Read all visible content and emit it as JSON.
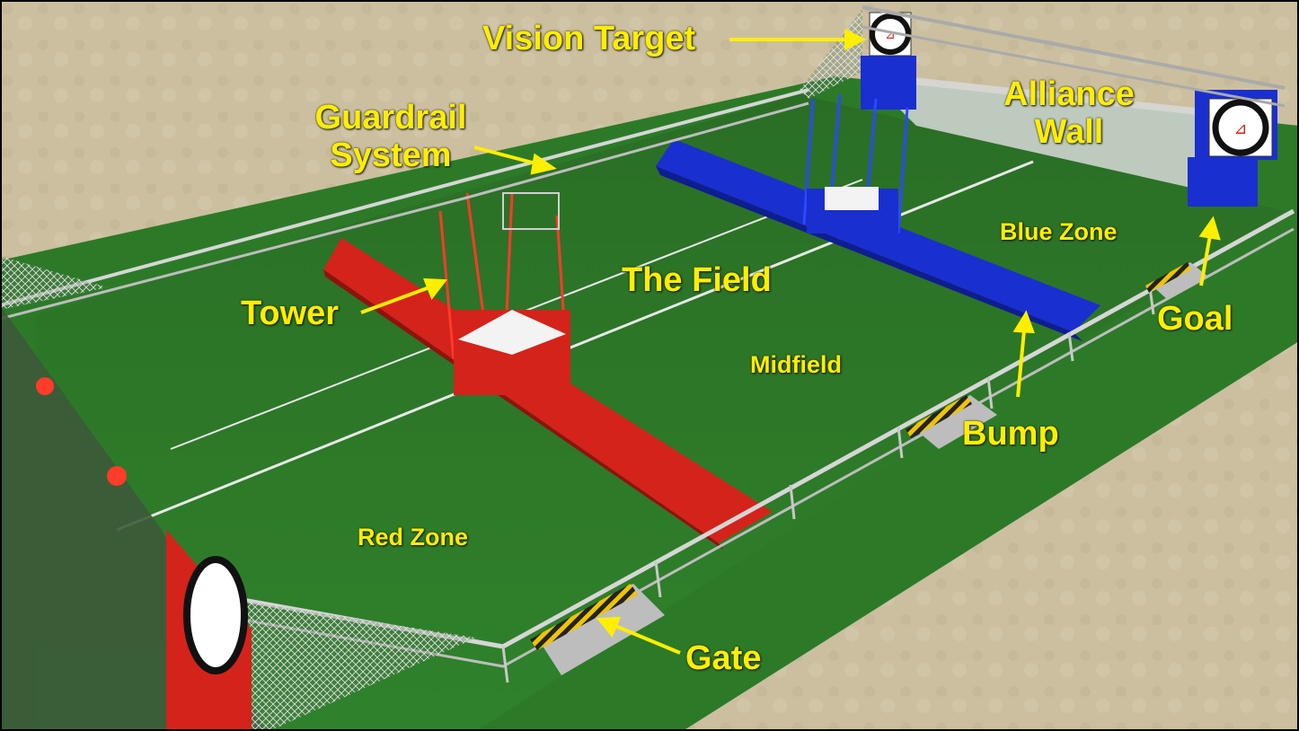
{
  "labels": {
    "vision_target": "Vision Target",
    "alliance_wall_line1": "Alliance",
    "alliance_wall_line2": "Wall",
    "guardrail_line1": "Guardrail",
    "guardrail_line2": "System",
    "tower": "Tower",
    "the_field": "The Field",
    "blue_zone": "Blue Zone",
    "midfield": "Midfield",
    "goal": "Goal",
    "bump": "Bump",
    "red_zone": "Red Zone",
    "gate": "Gate"
  },
  "colors": {
    "label": "#ffee00",
    "carpet": "#2f7d2a",
    "sand": "#cbbf9f",
    "red_alliance": "#d4231a",
    "blue_alliance": "#1a2fd0",
    "rail": "#c8c8c8"
  },
  "icons": [
    "first-logo-icon"
  ]
}
